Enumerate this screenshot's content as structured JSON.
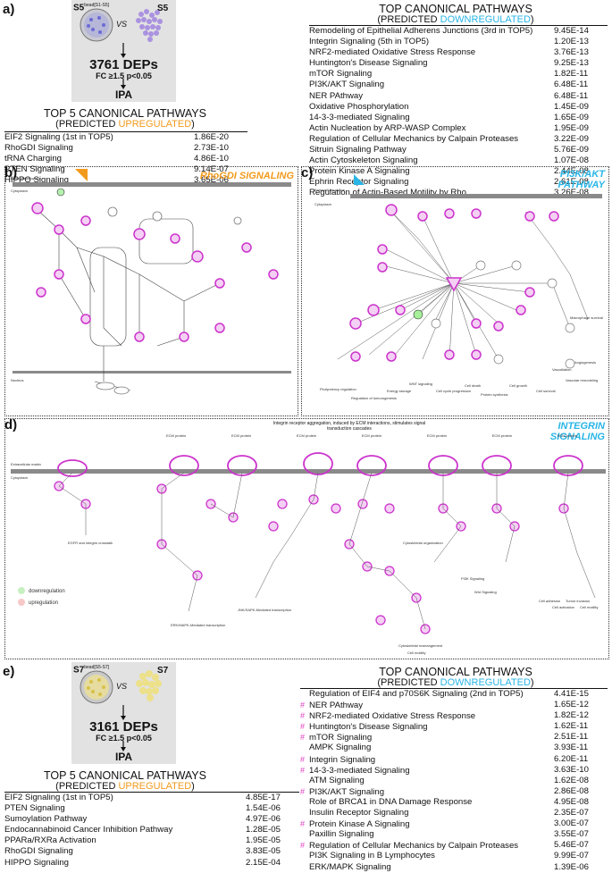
{
  "panel_a": {
    "label": "a)",
    "bead_label_main": "S5",
    "bead_label_sup": "bead[S1-S5]",
    "cluster_label": "S5",
    "vs": "VS",
    "deps": "3761 DEPs",
    "criteria": "FC ≥1.5  p<0.05",
    "tool": "IPA",
    "up_title_1": "TOP 5 CANONICAL PATHWAYS",
    "up_title_2a": "(PREDICTED ",
    "up_title_2b": "UPREGULATED",
    "up_title_2c": ")",
    "up_rows": [
      {
        "name": "EIF2 Signaling (1st in TOP5)",
        "p": "1.86E-20"
      },
      {
        "name": "RhoGDI Signaling",
        "p": "2.73E-10"
      },
      {
        "name": "tRNA Charging",
        "p": "4.86E-10"
      },
      {
        "name": "PTEN Signaling",
        "p": "9.14E-07"
      },
      {
        "name": "HIPPO Signaling",
        "p": "3.65E-06"
      }
    ],
    "down_title_1": "TOP CANONICAL PATHWAYS",
    "down_title_2a": "(PREDICTED ",
    "down_title_2b": "DOWNREGULATED",
    "down_title_2c": ")",
    "down_rows": [
      {
        "name": "Remodeling of Epithelial Adherens Junctions (3rd in TOP5)",
        "p": "9.45E-14"
      },
      {
        "name": "Integrin Signaling (5th in TOP5)",
        "p": "1.20E-13"
      },
      {
        "name": "NRF2-mediated Oxidative Stress Response",
        "p": "3.76E-13"
      },
      {
        "name": "Huntington's Disease Signaling",
        "p": "9.25E-13"
      },
      {
        "name": "mTOR Signaling",
        "p": "1.82E-11"
      },
      {
        "name": "PI3K/AKT Signaling",
        "p": "6.48E-11"
      },
      {
        "name": "NER PAthway",
        "p": "6.48E-11"
      },
      {
        "name": "Oxidative Phosphorylation",
        "p": "1.45E-09"
      },
      {
        "name": "14-3-3-mediated Signaling",
        "p": "1.65E-09"
      },
      {
        "name": "Actin Nucleation by ARP-WASP Complex",
        "p": "1.95E-09"
      },
      {
        "name": "Regulation of Cellular Mechanics by Calpain Proteases",
        "p": "3.22E-09"
      },
      {
        "name": "Sitruin Signaling Pathway",
        "p": "5.76E-09"
      },
      {
        "name": "Actin Cytoskeleton Signaling",
        "p": "1.07E-08"
      },
      {
        "name": "Protein Kinase A Signaling",
        "p": "2.44E-08"
      },
      {
        "name": "Ephrin Receptor Signaling",
        "p": "2.61E-08"
      },
      {
        "name": "Regulation of Actin-Based Motility by Rho",
        "p": "3.26E-08"
      }
    ]
  },
  "panel_b": {
    "label": "b)",
    "title": "RhoGDI SIGNALING",
    "extracellular": "Extracellular space",
    "cytoplasm": "Cytoplasm",
    "nucleus": "Nucleus"
  },
  "panel_c": {
    "label": "c)",
    "title_1": "PI3K/AKT",
    "title_2": "PATHWAY",
    "extracellular": "Extracellular space",
    "cytoplasm": "Cytoplasm",
    "captions": [
      "Pluripotency regulation",
      "Regulation of tumorogenesis",
      "Energy storage",
      "WNT signaling",
      "Cell cycle progression",
      "Cell death",
      "Protein synthesis",
      "Cell growth",
      "Cell survival",
      "Vasodilation",
      "Vascular remodeling",
      "Angiogenesis",
      "Macrophage survival"
    ]
  },
  "panel_d": {
    "label": "d)",
    "title_1": "INTEGRIN",
    "title_2": "SIGNALING",
    "header": "Integrin receptor aggregation, induced by ECM interactions, stimulates signal transduction cascades",
    "extracellular": "Extracellular matrix",
    "cytoplasm": "Cytoplasm",
    "ecm": "ECM protein",
    "legend_down": "downregulation",
    "legend_up": "upregulation",
    "captions": [
      "EGFR and integrin crosstalk",
      "ERK/MAPK-Mediated transcription",
      "JNK/SAPK-Mediated transcription",
      "Cytoskeletal organization",
      "PI3K Signaling",
      "Wnt Signaling",
      "Cytoskeletal rearrangement",
      "Cell motility",
      "Cell adhesion",
      "Cell activation",
      "Tumor invasion",
      "Cell motility"
    ]
  },
  "panel_e": {
    "label": "e)",
    "bead_label_main": "S7",
    "bead_label_sup": "bead[S5-S7]",
    "cluster_label": "S7",
    "vs": "VS",
    "deps": "3161 DEPs",
    "criteria": "FC ≥1.5  p<0.05",
    "tool": "IPA",
    "up_title_1": "TOP 5 CANONICAL PATHWAYS",
    "up_title_2a": "(PREDICTED ",
    "up_title_2b": "UPREGULATED",
    "up_title_2c": ")",
    "up_rows": [
      {
        "name": "EIF2 Signaling (1st in TOP5)",
        "p": "4.85E-17"
      },
      {
        "name": "PTEN Signaling",
        "p": "1.54E-06"
      },
      {
        "name": "Sumoylation Pathway",
        "p": "4.97E-06"
      },
      {
        "name": "Endocannabinoid Cancer Inhibition Pathway",
        "p": "1.28E-05"
      },
      {
        "name": "PPARa/RXRa Activation",
        "p": "1.95E-05"
      },
      {
        "name": "RhoGDI Signaling",
        "p": "3.83E-05"
      },
      {
        "name": "HIPPO Signaling",
        "p": "2.15E-04"
      }
    ],
    "down_title_1": "TOP CANONICAL PATHWAYS",
    "down_title_2a": "(PREDICTED ",
    "down_title_2b": "DOWNREGULATED",
    "down_title_2c": ")",
    "hash": "#",
    "down_rows": [
      {
        "name": "Regulation of EIF4 and p70S6K Signaling (2nd in TOP5)",
        "p": "4.41E-15",
        "mark": false
      },
      {
        "name": "NER PAthway",
        "p": "1.65E-12",
        "mark": true
      },
      {
        "name": "NRF2-mediated Oxidative Stress Response",
        "p": "1.82E-12",
        "mark": true
      },
      {
        "name": "Huntington's Disease Signaling",
        "p": "1.62E-11",
        "mark": true
      },
      {
        "name": "mTOR Signaling",
        "p": "2.51E-11",
        "mark": true
      },
      {
        "name": "AMPK Signaling",
        "p": "3.93E-11",
        "mark": false
      },
      {
        "name": "Integrin Signaling",
        "p": "6.20E-11",
        "mark": true
      },
      {
        "name": "14-3-3-mediated Signaling",
        "p": "3.63E-10",
        "mark": true
      },
      {
        "name": "ATM Signaling",
        "p": "1.62E-08",
        "mark": false
      },
      {
        "name": "PI3K/AKT Signaling",
        "p": "2.86E-08",
        "mark": true
      },
      {
        "name": "Role of BRCA1 in DNA Damage Response",
        "p": "4.95E-08",
        "mark": false
      },
      {
        "name": "Insulin Receptor Signaling",
        "p": "2.35E-07",
        "mark": false
      },
      {
        "name": "Protein Kinase A Signaling",
        "p": "3.00E-07",
        "mark": true
      },
      {
        "name": "Paxillin Signaling",
        "p": "3.55E-07",
        "mark": false
      },
      {
        "name": "Regulation of Cellular Mechanics by Calpain Proteases",
        "p": "5.46E-07",
        "mark": true
      },
      {
        "name": "PI3K Signaling in B Lymphocytes",
        "p": "9.99E-07",
        "mark": false
      },
      {
        "name": "ERK/MAPK Signaling",
        "p": "1.39E-06",
        "mark": false
      }
    ]
  },
  "colors": {
    "upregulated": "#f29a1d",
    "downregulated": "#29b5e6",
    "node_magenta": "#cc33cc",
    "membrane": "#8a8a8a",
    "gray_box": "#e2e2e2"
  }
}
